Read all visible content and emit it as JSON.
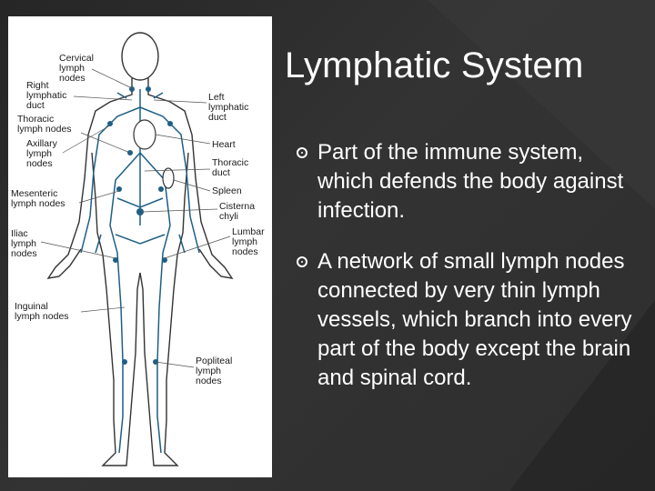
{
  "slide": {
    "title": "Lymphatic System",
    "bullets": [
      {
        "text": "Part of the immune system, which defends the body against infection."
      },
      {
        "text": "A network of small lymph nodes connected by very thin lymph vessels, which branch into every part of the body except the brain and spinal cord."
      }
    ]
  },
  "diagram": {
    "labels": {
      "cervical": [
        "Cervical",
        "lymph",
        "nodes"
      ],
      "right_duct": [
        "Right",
        "lymphatic",
        "duct"
      ],
      "thoracic_nodes": [
        "Thoracic",
        "lymph nodes"
      ],
      "axillary": [
        "Axillary",
        "lymph",
        "nodes"
      ],
      "mesenteric": [
        "Mesenteric",
        "lymph nodes"
      ],
      "iliac": [
        "Iliac",
        "lymph",
        "nodes"
      ],
      "inguinal": [
        "Inguinal",
        "lymph nodes"
      ],
      "left_duct": [
        "Left",
        "lymphatic",
        "duct"
      ],
      "heart": [
        "Heart"
      ],
      "thoracic_duct": [
        "Thoracic",
        "duct"
      ],
      "spleen": [
        "Spleen"
      ],
      "cisterna": [
        "Cisterna",
        "chyli"
      ],
      "lumbar": [
        "Lumbar",
        "lymph",
        "nodes"
      ],
      "popliteal": [
        "Popliteal",
        "lymph",
        "nodes"
      ]
    }
  },
  "colors": {
    "background": "#2b2b2b",
    "text": "#ffffff",
    "vessel": "#1f5f86",
    "outline": "#333333"
  }
}
